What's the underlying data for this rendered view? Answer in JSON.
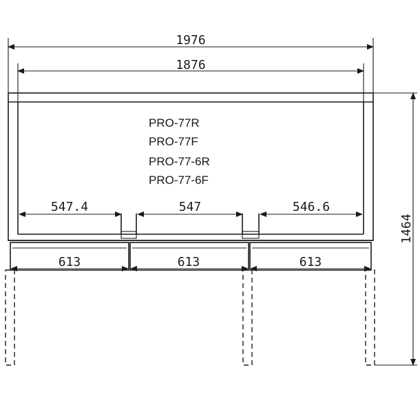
{
  "dimensions": {
    "overall_width": "1976",
    "inner_width": "1876",
    "height": "1464",
    "section_left": "547.4",
    "section_middle": "547",
    "section_right": "546.6",
    "drawer_left": "613",
    "drawer_middle": "613",
    "drawer_right": "613"
  },
  "models": [
    "PRO-77R",
    "PRO-77F",
    "PRO-77-6R",
    "PRO-77-6F"
  ]
}
